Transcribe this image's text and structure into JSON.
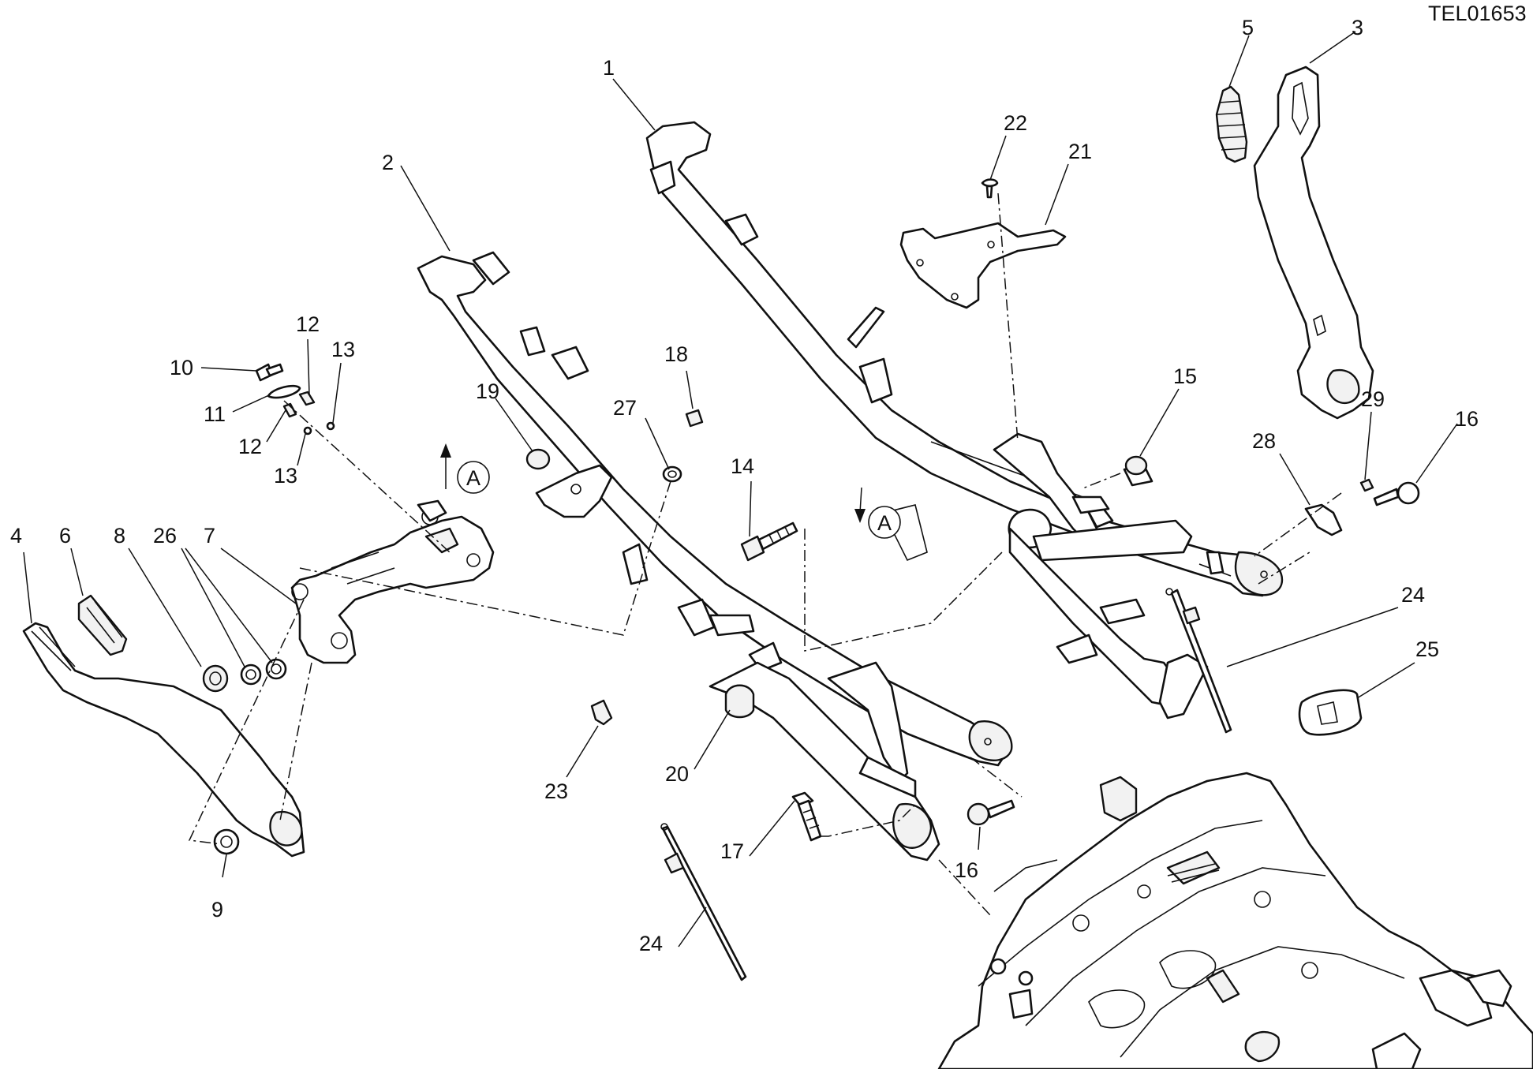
{
  "drawing_code": "TEL01653",
  "section_marker": "A",
  "callouts": [
    "1",
    "2",
    "3",
    "4",
    "5",
    "6",
    "7",
    "8",
    "9",
    "10",
    "11",
    "12",
    "12",
    "13",
    "13",
    "14",
    "15",
    "16",
    "16",
    "17",
    "18",
    "19",
    "20",
    "21",
    "22",
    "23",
    "24",
    "24",
    "25",
    "26",
    "27",
    "28",
    "29"
  ]
}
